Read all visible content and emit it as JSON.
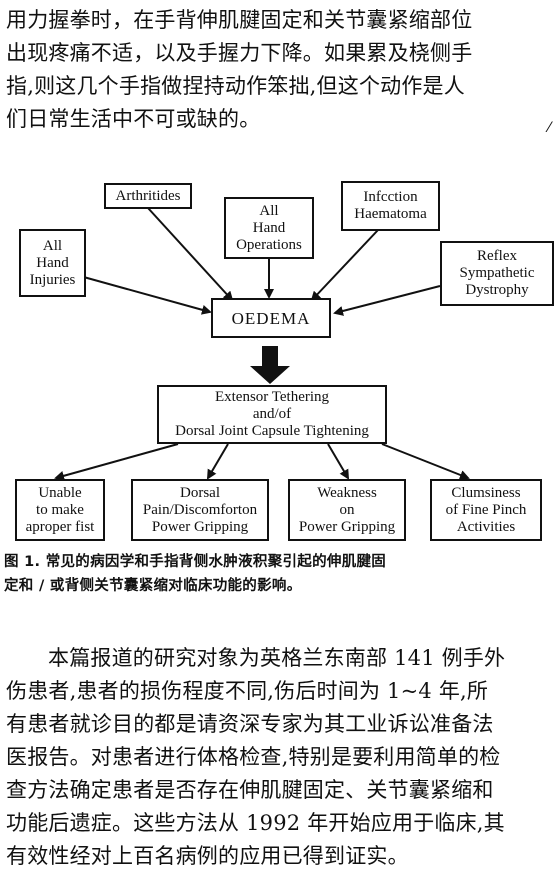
{
  "intro_paragraph": {
    "lines": [
      "用力握拳时，在手背伸肌腱固定和关节囊紧缩部位",
      "出现疼痛不适，以及手握力下降。如果累及桡侧手",
      "指,则这几个手指做捏持动作笨拙,但这个动作是人",
      "们日常生活中不可或缺的。"
    ]
  },
  "diagram": {
    "causes": {
      "arthritides": "Arthritides",
      "all_hand_operations": "All\nHand\nOperations",
      "infection_haematoma": "Infcction\nHaematoma",
      "all_hand_injuries": "All\nHand\nInjuries",
      "reflex_sympathetic_dystrophy": "Reflex\nSympathetic\nDystrophy"
    },
    "oedema": "OEDEMA",
    "tethering": "Extensor Tethering\nand/of\nDorsal Joint Capsule Tightening",
    "effects": {
      "unable_fist": "Unable\nto make\naproper fist",
      "dorsal_pain": "Dorsal\nPain/Discomforton\nPower Gripping",
      "weakness": "Weakness\non\nPower Gripping",
      "clumsiness": "Clumsiness\nof Fine Pinch\nActivities"
    }
  },
  "caption": {
    "lines": [
      "图 1. 常见的病因学和手指背侧水肿液积聚引起的伸肌腱固",
      "定和 / 或背侧关节囊紧缩对临床功能的影响。"
    ]
  },
  "body_paragraph": {
    "lines": [
      "本篇报道的研究对象为英格兰东南部 141 例手外",
      "伤患者,患者的损伤程度不同,伤后时间为 1~4 年,所",
      "有患者就诊目的都是请资深专家为其工业诉讼准备法",
      "医报告。对患者进行体格检查,特别是要利用简单的检",
      "查方法确定患者是否存在伸肌腱固定、关节囊紧缩和",
      "功能后遗症。这些方法从 1992 年开始应用于临床,其",
      "有效性经对上百名病例的应用已得到证实。"
    ]
  }
}
